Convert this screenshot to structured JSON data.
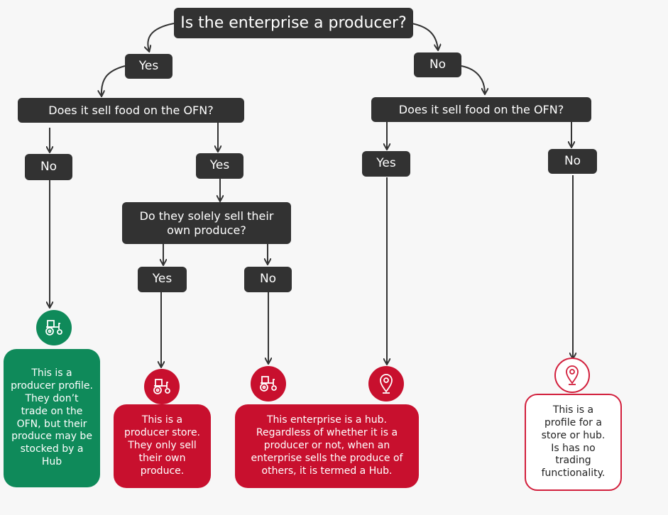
{
  "root": {
    "question": "Is the enterprise a producer?"
  },
  "left": {
    "branch": "Yes",
    "question": "Does it sell food on the OFN?",
    "no_label": "No",
    "yes_label": "Yes",
    "sub_question": "Do they solely sell their own produce?",
    "sub_yes": "Yes",
    "sub_no": "No"
  },
  "right": {
    "branch": "No",
    "question": "Does it sell food on the OFN?",
    "yes_label": "Yes",
    "no_label": "No"
  },
  "outcomes": {
    "producer_profile": "This is a producer profile. They don’t trade on the OFN, but their produce may be stocked by a Hub",
    "producer_store": "This is a producer store. They only sell their own produce.",
    "hub": "This enterprise is a hub. Regardless of whether it is a producer or not, when an enterprise sells the produce of others, it is termed a Hub.",
    "profile": "This is a profile for a store or hub. Is has no trading functionality."
  },
  "icons": {
    "producer_profile": "tractor-icon",
    "producer_store": "tractor-icon",
    "hub_tractor": "tractor-icon",
    "hub_pin": "location-pin-icon",
    "profile": "location-pin-icon"
  },
  "colors": {
    "box": "#323232",
    "green": "#0f8a5a",
    "red": "#c8102e",
    "outline": "#d21f3c",
    "arrow": "#333333"
  }
}
